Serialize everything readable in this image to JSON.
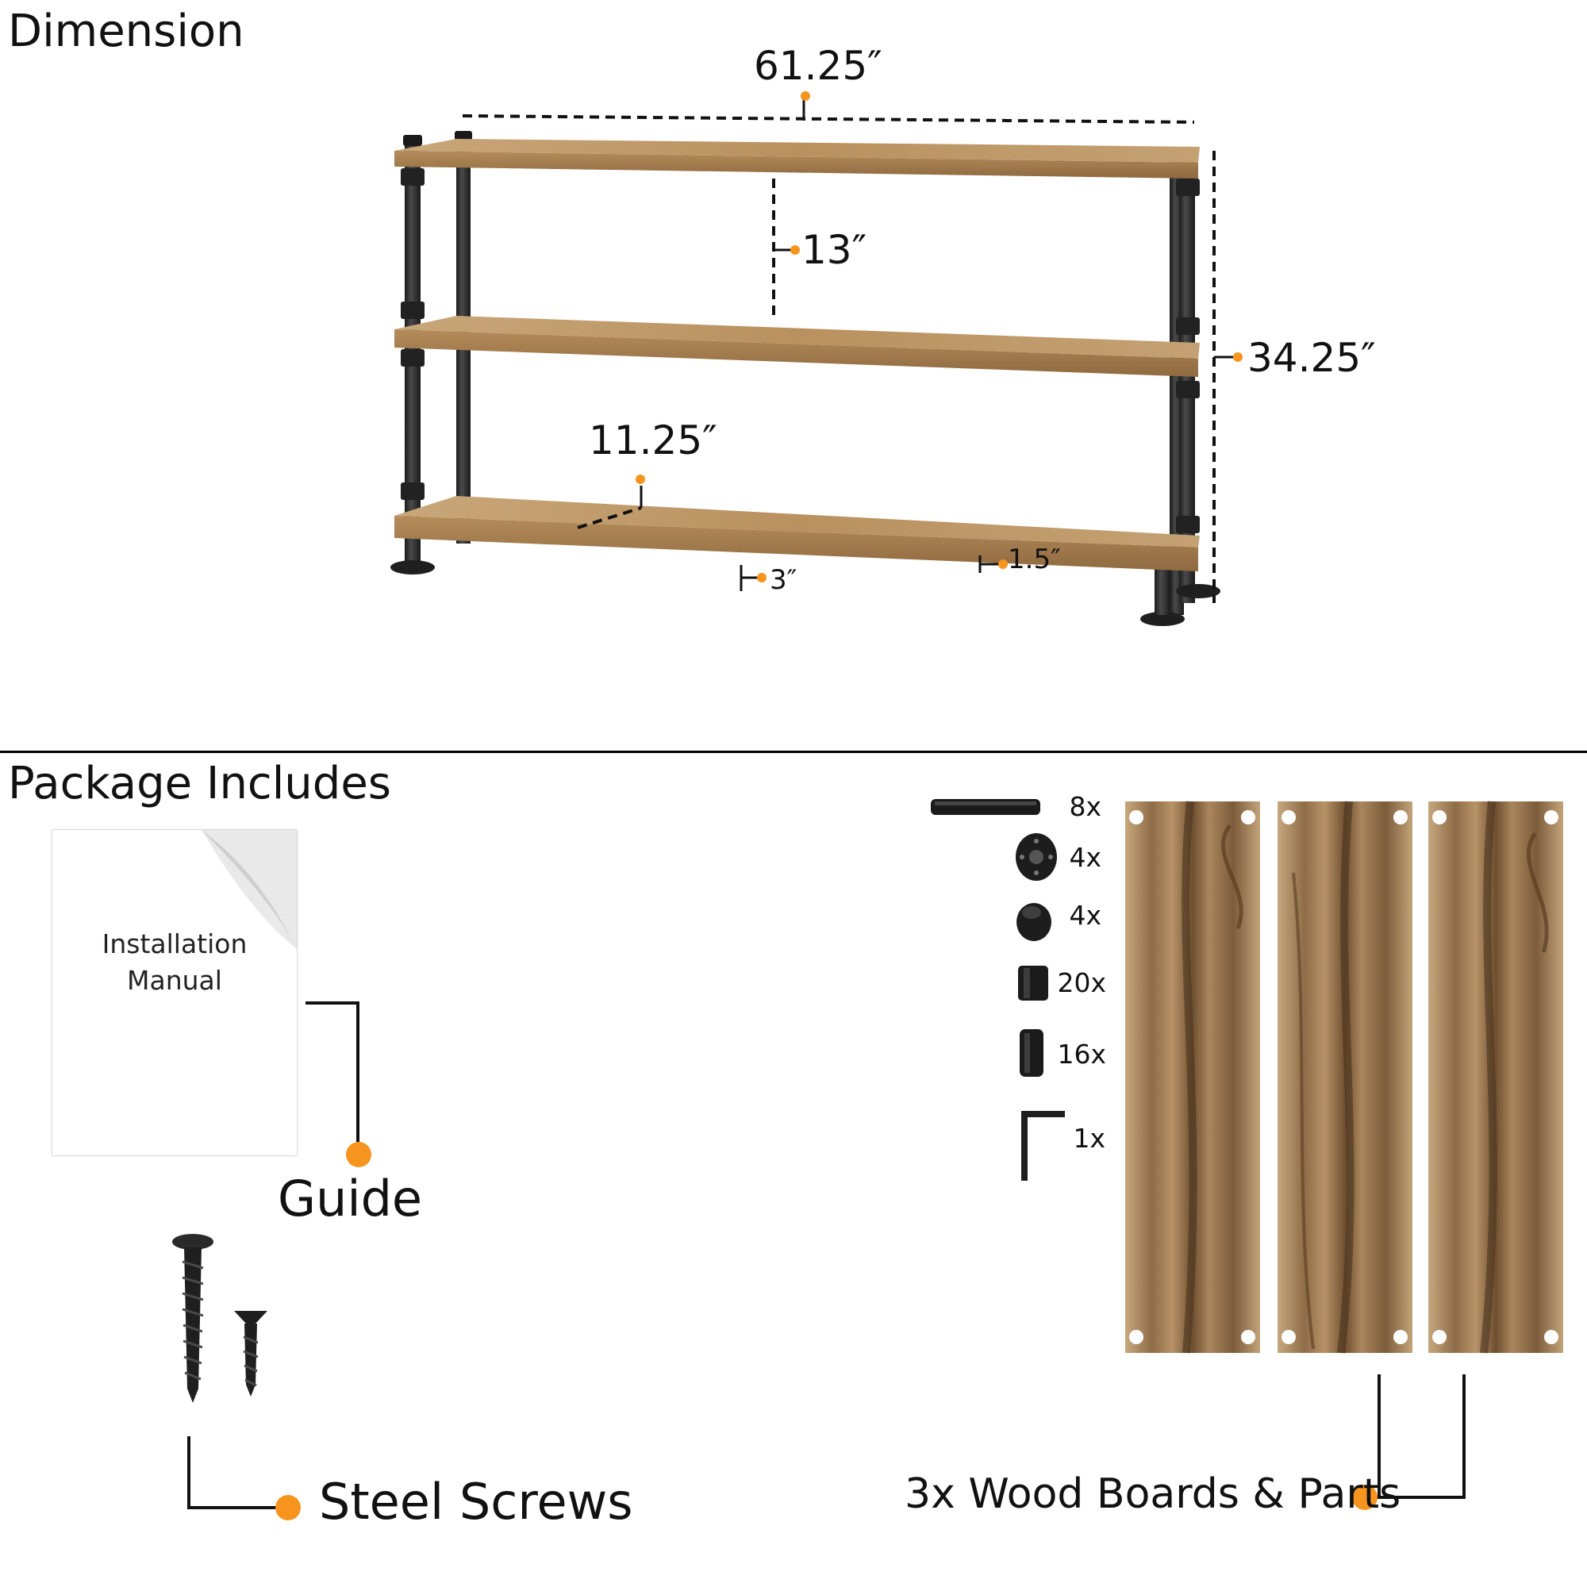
{
  "sections": {
    "dimension_title": "Dimension",
    "package_title": "Package Includes"
  },
  "dimensions": {
    "width": "61.25″",
    "shelf_gap": "13″",
    "height": "34.25″",
    "depth": "11.25″",
    "board_thickness": "1.5″",
    "bottom_clearance": "3″"
  },
  "manual": {
    "line1": "Installation",
    "line2": "Manual"
  },
  "captions": {
    "guide": "Guide",
    "screws": "Steel Screws",
    "boards": "3x Wood Boards & Parts"
  },
  "parts": [
    {
      "icon": "pipe-icon",
      "qty": "8x"
    },
    {
      "icon": "floor-flange-icon",
      "qty": "4x"
    },
    {
      "icon": "end-cap-icon",
      "qty": "4x"
    },
    {
      "icon": "coupling-icon",
      "qty": "20x"
    },
    {
      "icon": "nipple-icon",
      "qty": "16x"
    },
    {
      "icon": "l-bracket-icon",
      "qty": "1x"
    }
  ],
  "colors": {
    "accent": "#f7941d",
    "wood": "#b08a5a",
    "wood_dark": "#5a3e22",
    "metal": "#2b2b2b"
  }
}
